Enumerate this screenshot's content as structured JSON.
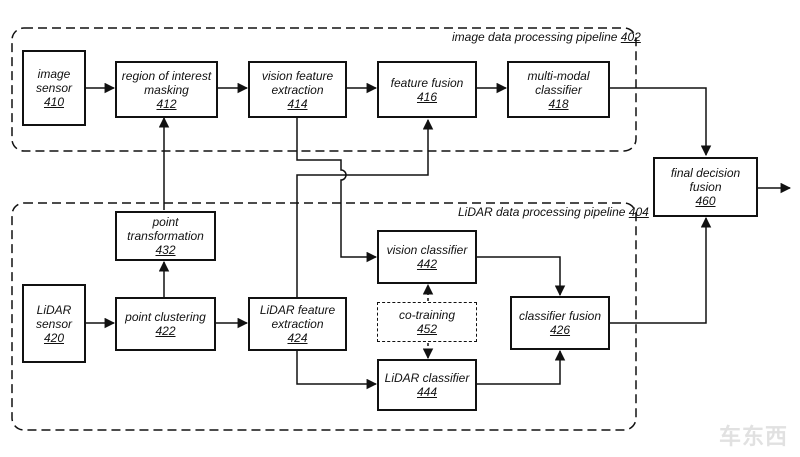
{
  "pipelines": {
    "image": {
      "label": "image data processing pipeline",
      "number": "402"
    },
    "lidar": {
      "label": "LiDAR data processing pipeline",
      "number": "404"
    }
  },
  "boxes": {
    "image_sensor": {
      "line1": "image",
      "line2": "sensor",
      "number": "410"
    },
    "roi_masking": {
      "line1": "region of interest",
      "line2": "masking",
      "number": "412"
    },
    "vision_feature_extraction": {
      "line1": "vision feature",
      "line2": "extraction",
      "number": "414"
    },
    "feature_fusion": {
      "line1": "feature fusion",
      "number": "416"
    },
    "multimodal_classifier": {
      "line1": "multi-modal",
      "line2": "classifier",
      "number": "418"
    },
    "final_decision_fusion": {
      "line1": "final decision",
      "line2": "fusion",
      "number": "460"
    },
    "point_transformation": {
      "line1": "point",
      "line2": "transformation",
      "number": "432"
    },
    "lidar_sensor": {
      "line1": "LiDAR",
      "line2": "sensor",
      "number": "420"
    },
    "point_clustering": {
      "line1": "point clustering",
      "number": "422"
    },
    "lidar_feature_extraction": {
      "line1": "LiDAR feature",
      "line2": "extraction",
      "number": "424"
    },
    "vision_classifier": {
      "line1": "vision classifier",
      "number": "442"
    },
    "co_training": {
      "line1": "co-training",
      "number": "452"
    },
    "lidar_classifier": {
      "line1": "LiDAR classifier",
      "number": "444"
    },
    "classifier_fusion": {
      "line1": "classifier fusion",
      "number": "426"
    }
  },
  "watermark": "车东西"
}
